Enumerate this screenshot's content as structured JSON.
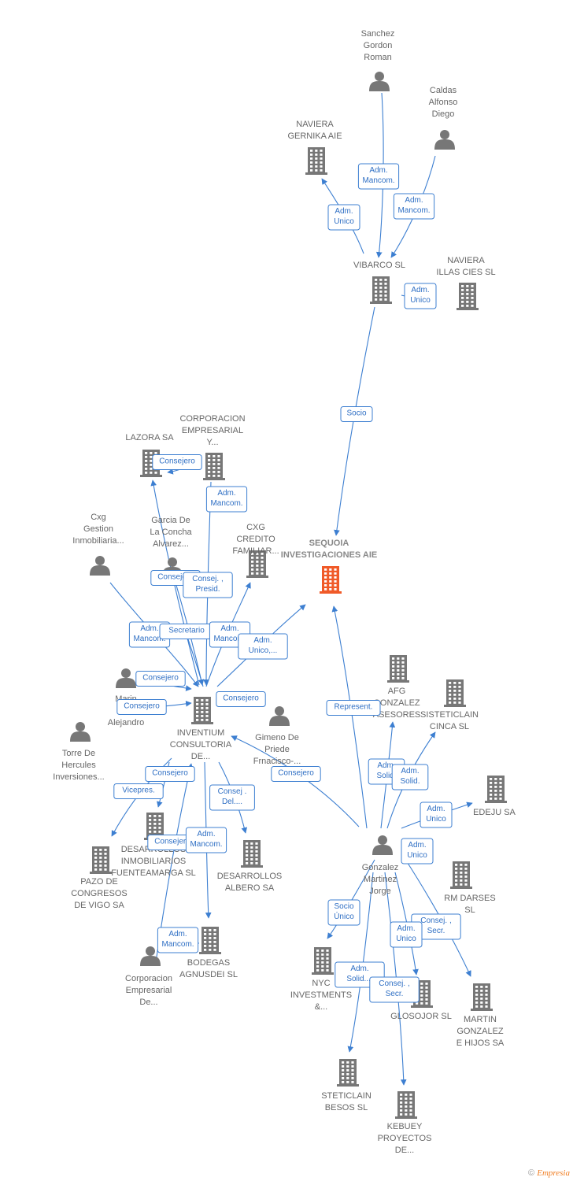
{
  "colors": {
    "node_gray": "#777777",
    "node_main": "#f05a28",
    "edge": "#3d7fd1",
    "label_text": "#666666",
    "badge_border": "#3d7fd1"
  },
  "nodes": [
    {
      "id": "sanchez",
      "type": "person",
      "label": [
        "Sanchez",
        "Gordon",
        "Roman"
      ]
    },
    {
      "id": "caldas",
      "type": "person",
      "label": [
        "Caldas",
        "Alfonso",
        "Diego"
      ]
    },
    {
      "id": "naviera_gernika",
      "type": "company",
      "label": [
        "NAVIERA",
        "GERNIKA  AIE"
      ]
    },
    {
      "id": "vibarco",
      "type": "company",
      "label": [
        "VIBARCO SL"
      ]
    },
    {
      "id": "naviera_illas",
      "type": "company",
      "label": [
        "NAVIERA",
        "ILLAS CIES  SL"
      ]
    },
    {
      "id": "sequoia",
      "type": "main",
      "label": [
        "SEQUOIA",
        "INVESTIGACIONES AIE"
      ]
    },
    {
      "id": "lazora",
      "type": "company",
      "label": [
        "LAZORA SA"
      ]
    },
    {
      "id": "corp_emp_y",
      "type": "company",
      "label": [
        "CORPORACION",
        "EMPRESARIAL",
        "Y..."
      ]
    },
    {
      "id": "cxg_gestion",
      "type": "person",
      "label": [
        "Cxg",
        "Gestion",
        "Inmobiliaria..."
      ]
    },
    {
      "id": "garcia",
      "type": "person",
      "label": [
        "Garcia De",
        "La Concha",
        "Alvarez..."
      ]
    },
    {
      "id": "cxg_credito",
      "type": "company",
      "label": [
        "CXG",
        "CREDITO",
        "FAMILIAR..."
      ]
    },
    {
      "id": "marin",
      "type": "person",
      "label": [
        "Marin",
        "Vil",
        "Alejandro"
      ]
    },
    {
      "id": "inventium",
      "type": "company",
      "label": [
        "INVENTIUM",
        "CONSULTORIA",
        "DE..."
      ]
    },
    {
      "id": "gimeno",
      "type": "person",
      "label": [
        "Gimeno De",
        "Priede",
        "Frnacisco-..."
      ]
    },
    {
      "id": "torre",
      "type": "person",
      "label": [
        "Torre De",
        "Hercules",
        "Inversiones..."
      ]
    },
    {
      "id": "afg",
      "type": "company",
      "label": [
        "AFG",
        "GONZALEZ",
        "ASESORES"
      ]
    },
    {
      "id": "sisteticlain_cinca",
      "type": "company",
      "label": [
        "SISTETICLAIN",
        "CINCA  SL"
      ]
    },
    {
      "id": "edeju",
      "type": "company",
      "label": [
        "EDEJU SA"
      ]
    },
    {
      "id": "desarrollos_fuente",
      "type": "company",
      "label": [
        "DESARROLLOS",
        "INMOBILIARIOS",
        "FUENTEAMARGA SL"
      ]
    },
    {
      "id": "pazo",
      "type": "company",
      "label": [
        "PAZO DE",
        "CONGRESOS",
        "DE VIGO SA"
      ]
    },
    {
      "id": "desarrollos_albero",
      "type": "company",
      "label": [
        "DESARROLLOS",
        "ALBERO SA"
      ]
    },
    {
      "id": "gonzalez",
      "type": "person",
      "label": [
        "Gonzalez",
        "Martinez",
        "Jorge"
      ]
    },
    {
      "id": "rm_darses",
      "type": "company",
      "label": [
        "RM DARSES",
        "SL"
      ]
    },
    {
      "id": "bodegas",
      "type": "company",
      "label": [
        "BODEGAS",
        "AGNUSDEI SL"
      ]
    },
    {
      "id": "corp_emp_de",
      "type": "person",
      "label": [
        "Corporacion",
        "Empresarial",
        "De..."
      ]
    },
    {
      "id": "nyc",
      "type": "company",
      "label": [
        "NYC",
        "INVESTMENTS",
        "&..."
      ]
    },
    {
      "id": "glosojor",
      "type": "company",
      "label": [
        "GLOSOJOR  SL"
      ]
    },
    {
      "id": "martin",
      "type": "company",
      "label": [
        "MARTIN",
        "GONZALEZ",
        "E HIJOS SA"
      ]
    },
    {
      "id": "steticlain",
      "type": "company",
      "label": [
        "STETICLAIN",
        "BESOS  SL"
      ]
    },
    {
      "id": "kebuey",
      "type": "company",
      "label": [
        "KEBUEY",
        "PROYECTOS",
        "DE..."
      ]
    }
  ],
  "edges": [
    {
      "label": [
        "Adm.",
        "Mancom."
      ]
    },
    {
      "label": [
        "Adm.",
        "Mancom."
      ]
    },
    {
      "label": [
        "Adm.",
        "Unico"
      ]
    },
    {
      "label": [
        "Adm.",
        "Unico"
      ]
    },
    {
      "label": [
        "Socio"
      ]
    },
    {
      "label": [
        "Consejero"
      ]
    },
    {
      "label": [
        "Adm.",
        "Mancom."
      ]
    },
    {
      "label": [
        "Consejero"
      ]
    },
    {
      "label": [
        "Consej. ,",
        "Presid."
      ]
    },
    {
      "label": [
        "Adm.",
        "Mancom."
      ]
    },
    {
      "label": [
        "Secretario"
      ]
    },
    {
      "label": [
        "Adm.",
        "Mancom."
      ]
    },
    {
      "label": [
        "Adm.",
        "Unico,..."
      ]
    },
    {
      "label": [
        "Consejero"
      ]
    },
    {
      "label": [
        "Consejero"
      ]
    },
    {
      "label": [
        "Consejero"
      ]
    },
    {
      "label": [
        "Consejero"
      ]
    },
    {
      "label": [
        "Vicepres."
      ]
    },
    {
      "label": [
        "Consej .",
        "Del...."
      ]
    },
    {
      "label": [
        "Consejero"
      ]
    },
    {
      "label": [
        "Adm.",
        "Mancom."
      ]
    },
    {
      "label": [
        "Adm.",
        "Mancom."
      ]
    },
    {
      "label": [
        "Consejero"
      ]
    },
    {
      "label": [
        "Represent."
      ]
    },
    {
      "label": [
        "Adm.",
        "Solid."
      ]
    },
    {
      "label": [
        "Adm.",
        "Solid."
      ]
    },
    {
      "label": [
        "Adm.",
        "Unico"
      ]
    },
    {
      "label": [
        "Adm.",
        "Unico"
      ]
    },
    {
      "label": [
        "Socio",
        "Único"
      ]
    },
    {
      "label": [
        "Consej. ,",
        "Secr."
      ]
    },
    {
      "label": [
        "Adm.",
        "Unico"
      ]
    },
    {
      "label": [
        "Adm.",
        "Solid...."
      ]
    },
    {
      "label": [
        "Consej. ,",
        "Secr."
      ]
    }
  ],
  "credit": {
    "symbol": "©",
    "brand_initial": "E",
    "brand_rest": "mpresia"
  }
}
